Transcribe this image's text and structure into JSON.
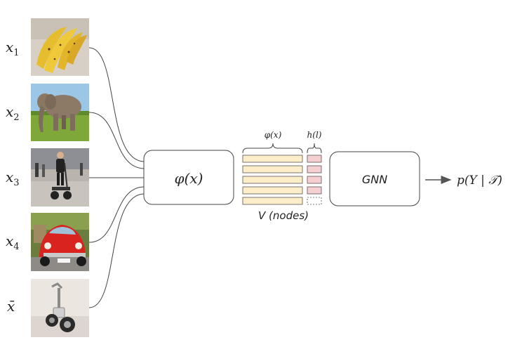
{
  "inputs": [
    {
      "label_base": "x",
      "label_sub": "1",
      "picture": "bananas-photo"
    },
    {
      "label_base": "x",
      "label_sub": "2",
      "picture": "elephant-photo"
    },
    {
      "label_base": "x",
      "label_sub": "3",
      "picture": "segway-rider-photo"
    },
    {
      "label_base": "x",
      "label_sub": "4",
      "picture": "red-beetle-car-photo"
    },
    {
      "label_base": "x̄",
      "label_sub": "",
      "picture": "segway-robot-photo"
    }
  ],
  "encoder": {
    "label": "φ(x)"
  },
  "nodes": {
    "feature_label": "φ(x)",
    "label_label": "h(l)",
    "caption": "V (nodes)",
    "rows": 5,
    "feature_color": "#fdeec9",
    "label_color": "#f6cfd1"
  },
  "gnn": {
    "label": "GNN"
  },
  "output": {
    "label": "p(Y | 𝒯)"
  }
}
